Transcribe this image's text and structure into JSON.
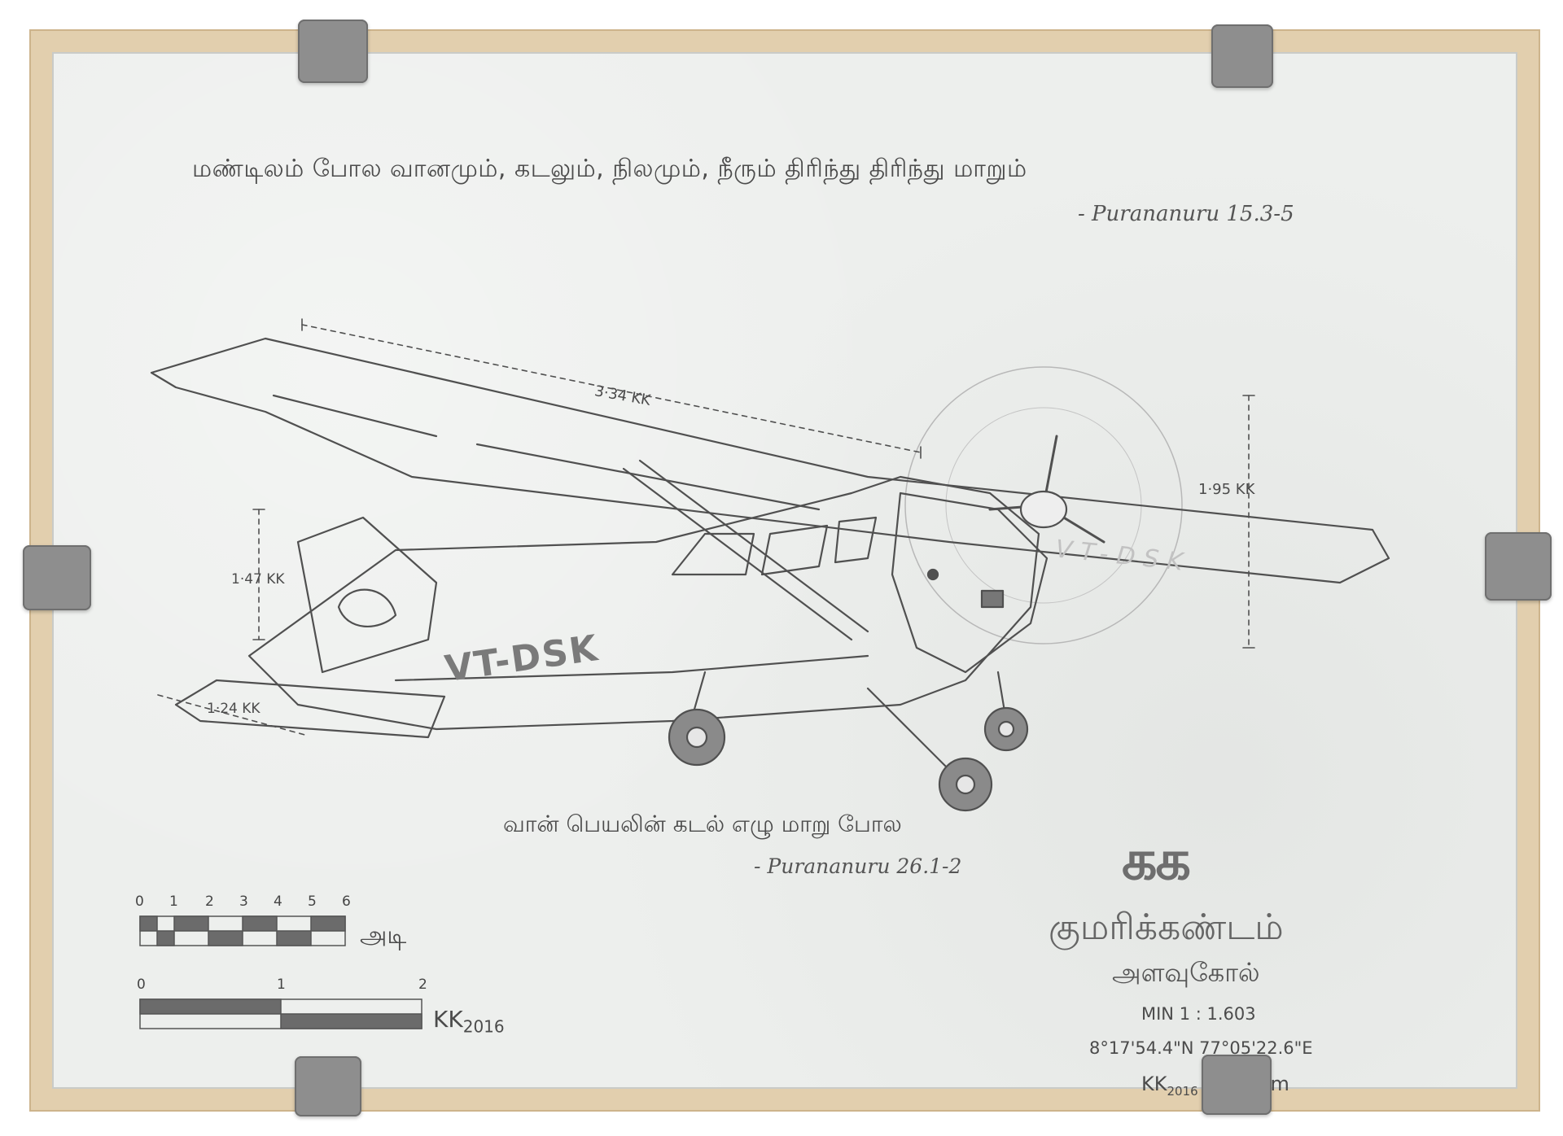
{
  "quote_top": {
    "text": "மண்டிலம் போல வானமும், கடலும், நிலமும், நீரும் திரிந்து திரிந்து மாறும்",
    "citation": "- Purananuru 15.3-5"
  },
  "quote_bottom": {
    "text": "வான் பெயலின் கடல் எழு மாறு போல",
    "citation": "- Purananuru 26.1-2"
  },
  "aircraft": {
    "registration": "VT-DSK",
    "wing_registration": "VT-DSK",
    "dimensions": {
      "wingspan": "3·34 KK",
      "height": "1·95 KK",
      "tail_height": "1·47 KK",
      "tailplane": "1·24 KK"
    }
  },
  "scale_feet": {
    "ticks": [
      "0",
      "1",
      "2",
      "3",
      "4",
      "5",
      "6"
    ],
    "unit": "அடி"
  },
  "scale_kk": {
    "ticks": [
      "0",
      "1",
      "2"
    ],
    "unit_main": "KK",
    "unit_sub": "2016"
  },
  "emblem": {
    "logo": "கக",
    "title": "குமரிக்கண்டம்",
    "subtitle": "அளவுகோல்",
    "ratio": "MIN 1 : 1.603",
    "coords": "8°17'54.4\"N 77°05'22.6\"E",
    "equation_main": "KK",
    "equation_sub": "2016",
    "equation_rest": " = 1.40m"
  },
  "colors": {
    "frame": "#e2cfae",
    "paper": "#edefed",
    "ink": "#4a4a4a",
    "clip": "#8e8e8e"
  }
}
